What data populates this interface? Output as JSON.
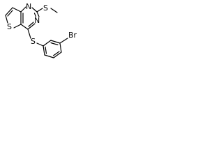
{
  "molecule": {
    "atoms": {
      "s_methylthio": "S",
      "n_upper": "N",
      "n_lower": "N",
      "s_thiophene": "S",
      "s_bridge": "S",
      "br": "Br"
    }
  },
  "colors": {
    "bond": "#000000",
    "label": "#000000",
    "background": "#ffffff"
  }
}
